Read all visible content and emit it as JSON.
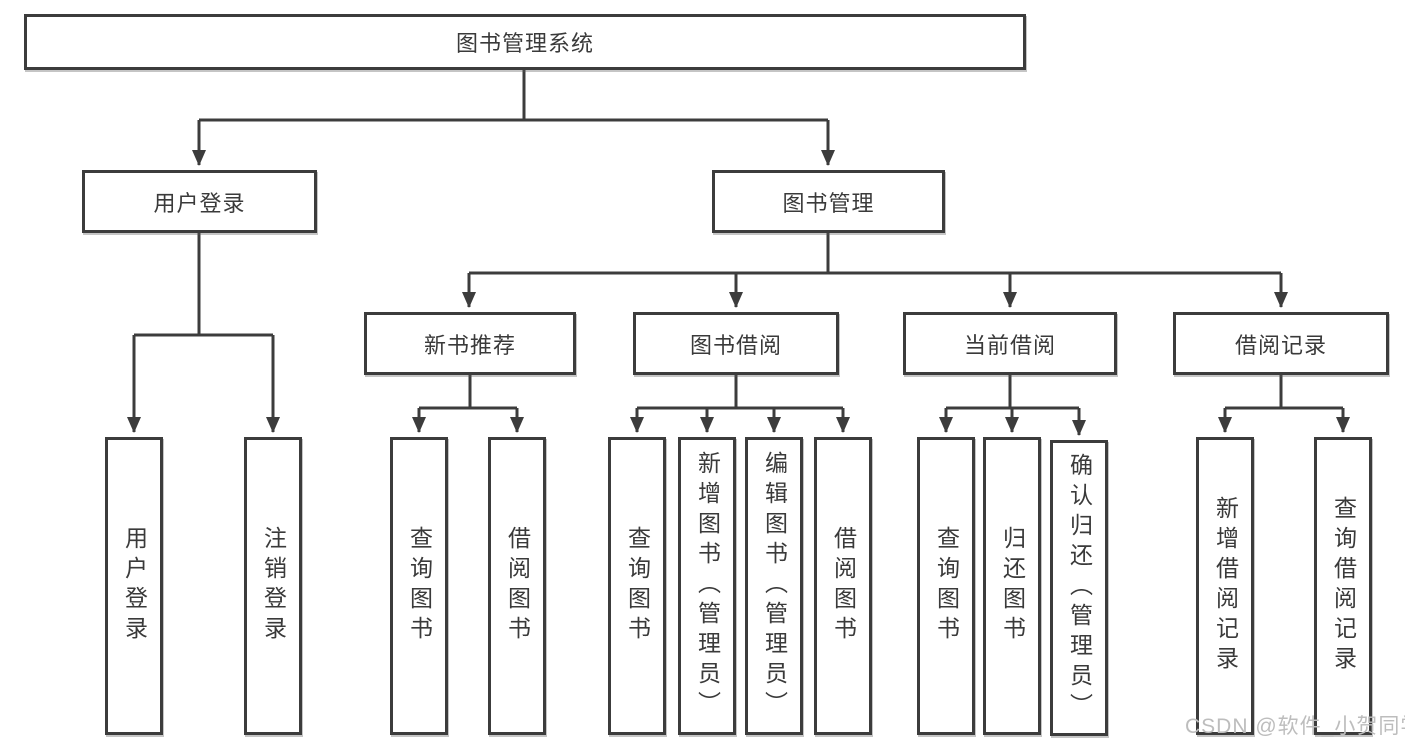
{
  "root": {
    "label": "图书管理系统"
  },
  "branches": {
    "user_login": {
      "label": "用户登录"
    },
    "book_management": {
      "label": "图书管理"
    }
  },
  "modules": {
    "new_book_recommend": {
      "label": "新书推荐"
    },
    "book_borrowing": {
      "label": "图书借阅"
    },
    "current_borrowing": {
      "label": "当前借阅"
    },
    "borrowing_records": {
      "label": "借阅记录"
    }
  },
  "functions": {
    "login": {
      "label": "用户登录"
    },
    "logout": {
      "label": "注销登录"
    },
    "recommend_query_books": {
      "label": "查询图书"
    },
    "recommend_borrow_books": {
      "label": "借阅图书"
    },
    "borrowing_query_books": {
      "label": "查询图书"
    },
    "borrowing_add_books_admin": {
      "label": "新增图书（管理员）"
    },
    "borrowing_edit_books_admin": {
      "label": "编辑图书（管理员）"
    },
    "borrowing_borrow_books": {
      "label": "借阅图书"
    },
    "current_query_books": {
      "label": "查询图书"
    },
    "current_return_books": {
      "label": "归还图书"
    },
    "current_confirm_return_admin": {
      "label": "确认归还（管理员）"
    },
    "records_add_record": {
      "label": "新增借阅记录"
    },
    "records_query_record": {
      "label": "查询借阅记录"
    }
  },
  "watermark": {
    "text": "CSDN @软件_小贺同学"
  },
  "colors": {
    "line": "#3c3c3c",
    "text": "#3a3a3a",
    "box_background": "#ffffff",
    "watermark": "#bdbdbd"
  }
}
